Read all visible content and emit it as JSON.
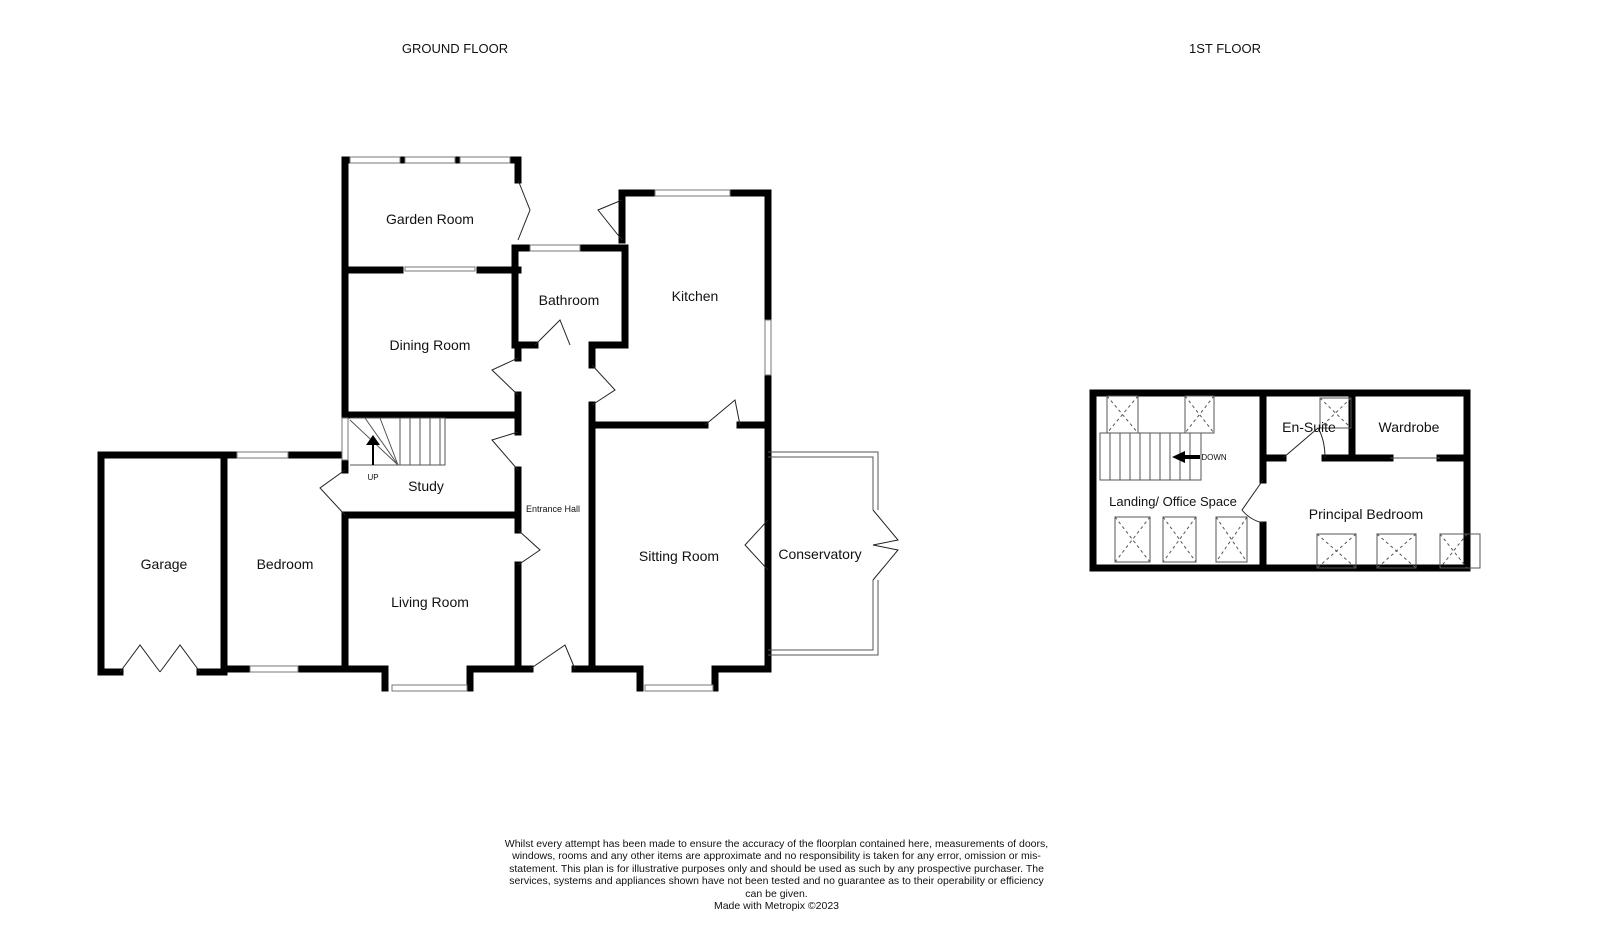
{
  "headers": {
    "ground": "GROUND FLOOR",
    "first": "1ST FLOOR"
  },
  "ground_rooms": {
    "garden_room": "Garden Room",
    "dining_room": "Dining Room",
    "bathroom": "Bathroom",
    "kitchen": "Kitchen",
    "study": "Study",
    "entrance_hall": "Entrance Hall",
    "garage": "Garage",
    "bedroom": "Bedroom",
    "living_room": "Living Room",
    "sitting_room": "Sitting Room",
    "conservatory": "Conservatory",
    "stairs_up": "UP"
  },
  "first_rooms": {
    "en_suite": "En-Suite",
    "wardrobe": "Wardrobe",
    "landing": "Landing/ Office Space",
    "principal_bedroom": "Principal Bedroom",
    "stairs_down": "DOWN"
  },
  "disclaimer": "Whilst every attempt has been made to ensure the accuracy of the floorplan contained here, measurements of doors, windows, rooms and any other items are approximate and no responsibility is taken for any error, omission or mis-statement. This plan is for illustrative purposes only and should be used as such by any prospective purchaser. The services, systems and appliances shown have not been tested and no guarantee as to their operability or efficiency can be given.",
  "credit": "Made with Metropix ©2023"
}
